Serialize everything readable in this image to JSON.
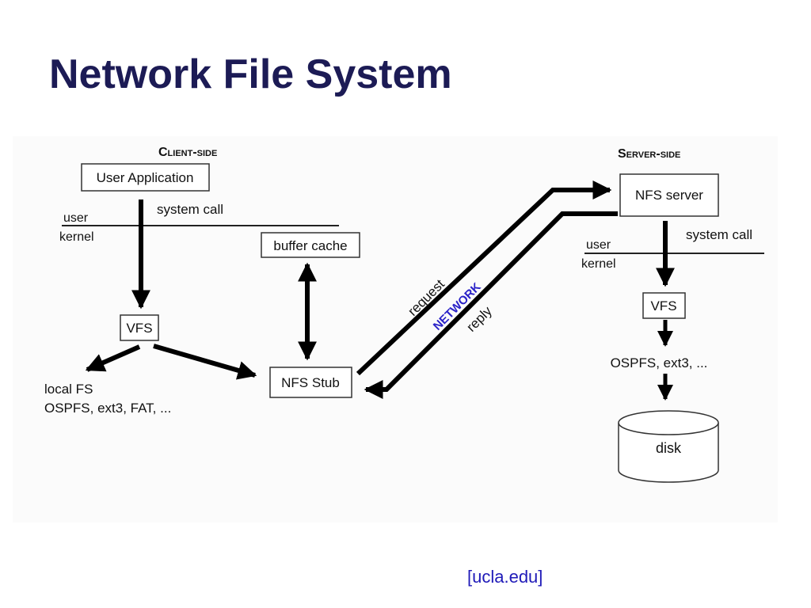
{
  "title": "Network File System",
  "source": "[ucla.edu]",
  "diagram": {
    "client": {
      "heading": "Client-side",
      "user_application": "User Application",
      "system_call": "system call",
      "user": "user",
      "kernel": "kernel",
      "vfs": "VFS",
      "buffer_cache": "buffer cache",
      "nfs_stub": "NFS Stub",
      "local_fs": "local FS",
      "local_fs_types": "OSPFS, ext3, FAT, ..."
    },
    "network": {
      "label": "NETWORK",
      "request": "request",
      "reply": "reply"
    },
    "server": {
      "heading": "Server-side",
      "nfs_server": "NFS server",
      "system_call": "system call",
      "user": "user",
      "kernel": "kernel",
      "vfs": "VFS",
      "fs_types": "OSPFS, ext3, ...",
      "disk": "disk"
    }
  },
  "colors": {
    "title": "#1c1b55",
    "network_label": "#2a22c8",
    "link": "#1f1ab8"
  }
}
